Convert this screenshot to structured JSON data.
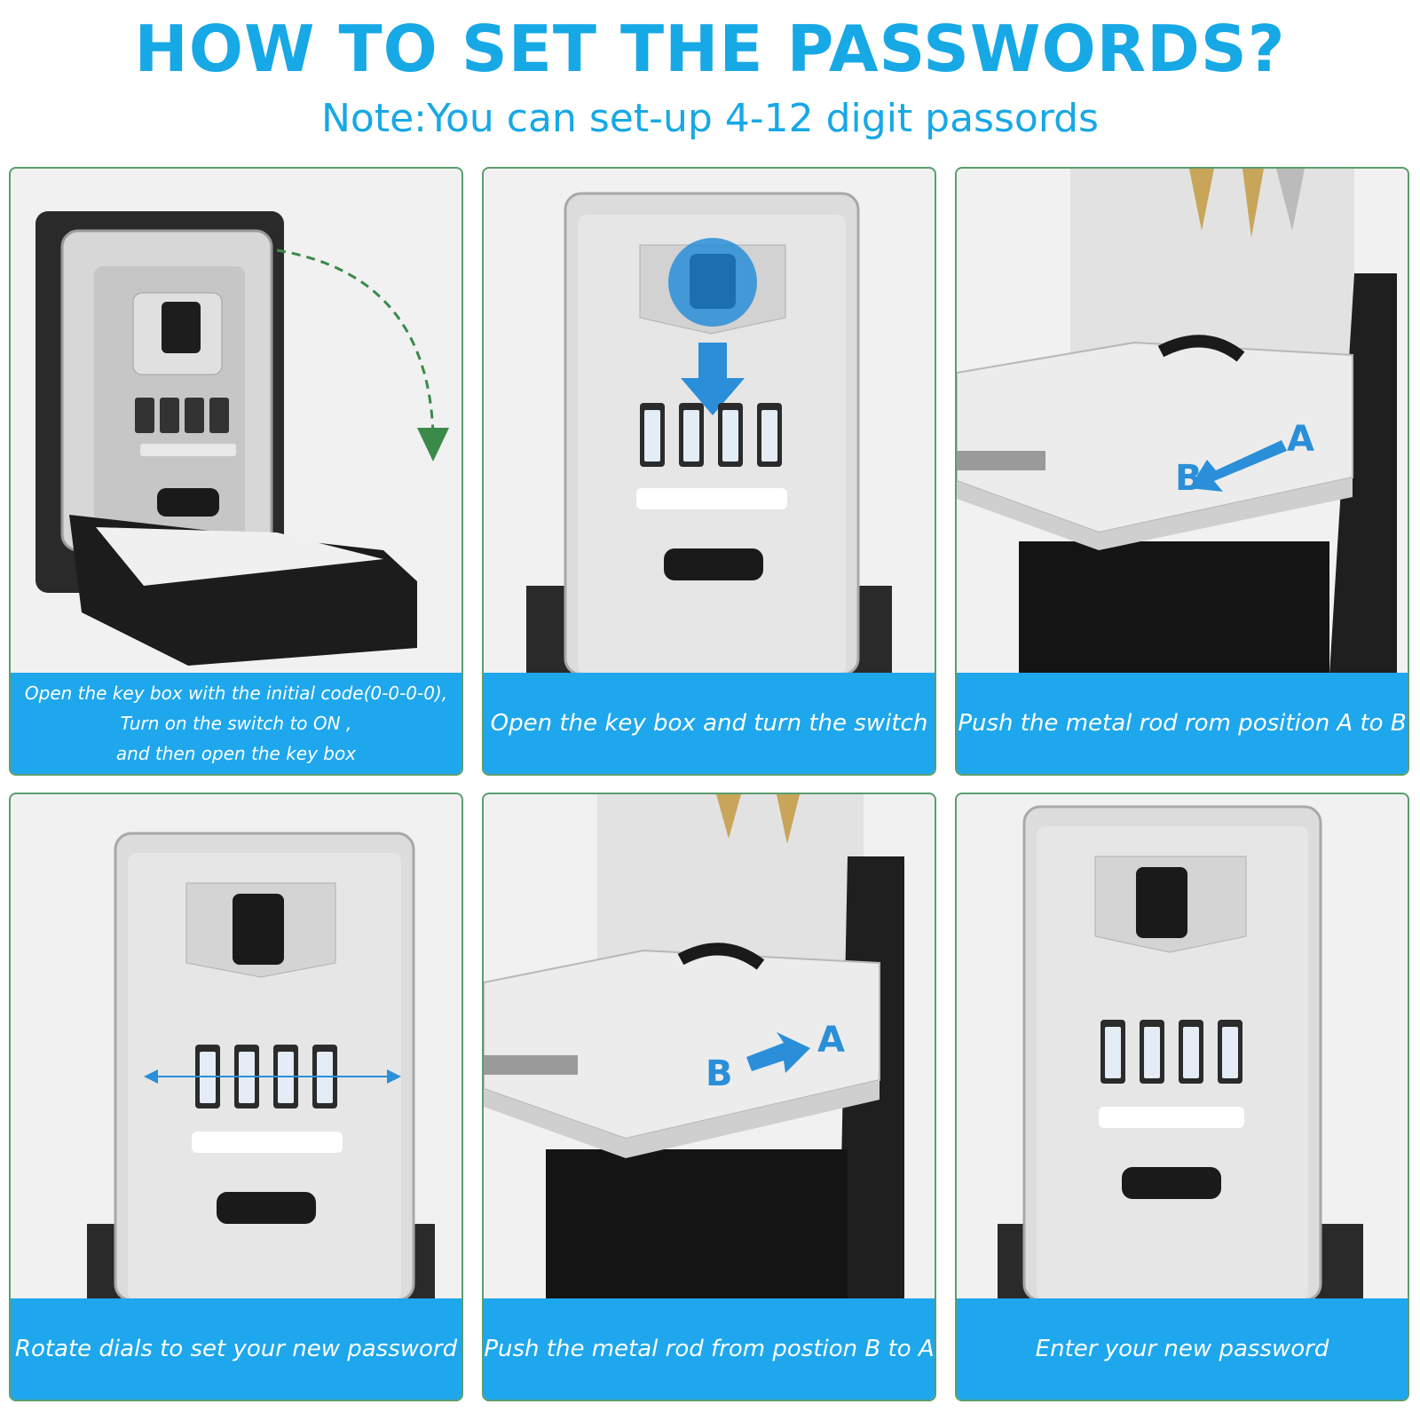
{
  "header": {
    "title": "HOW TO SET THE PASSWORDS?",
    "note": "Note:You can set-up 4-12 digit passords"
  },
  "steps": [
    {
      "lines": [
        "Open the key box with the initial code(0-0-0-0),",
        "Turn on the switch to ON ,",
        "and then open the key box"
      ]
    },
    {
      "lines": [
        "Open the key box and turn the switch"
      ]
    },
    {
      "lines": [
        "Push the metal rod rom position A to B"
      ],
      "label_a": "A",
      "label_b": "B"
    },
    {
      "lines": [
        "Rotate dials to set your new password"
      ]
    },
    {
      "lines": [
        "Push the metal rod from postion B to A"
      ],
      "label_a": "A",
      "label_b": "B"
    },
    {
      "lines": [
        "Enter your new password"
      ]
    }
  ],
  "colors": {
    "accent": "#17a8e6",
    "caption_bg": "#1ea7ec",
    "panel_border": "#5a9e6e",
    "arrow_green": "#3a8a4a"
  }
}
